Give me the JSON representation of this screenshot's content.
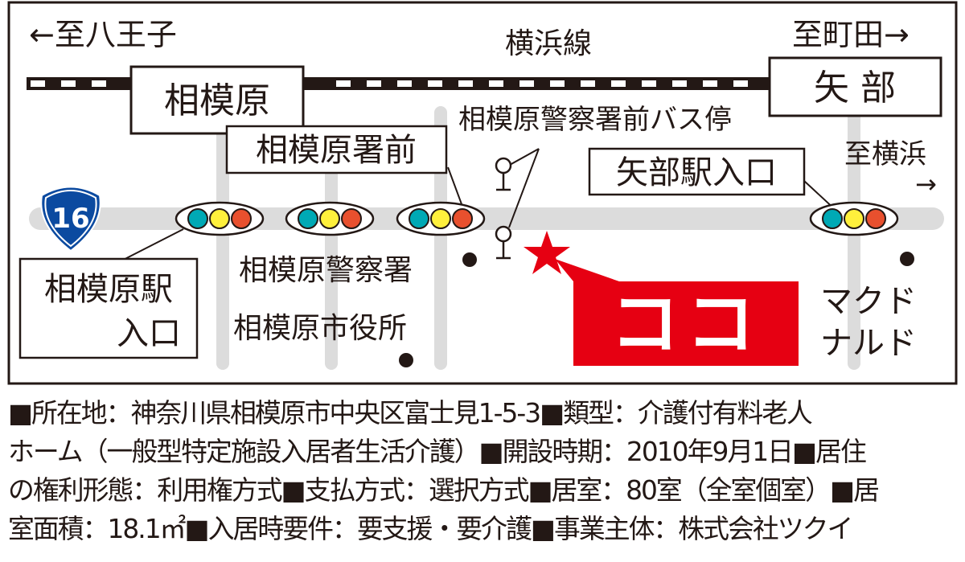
{
  "map": {
    "direction_hachioji": "←至八王子",
    "line_name": "横浜線",
    "direction_machida": "至町田→",
    "station_sagamihara": "相模原",
    "station_yabe": "矢 部",
    "intersection_police_front": "相模原署前",
    "bus_stop_label": "相模原警察署前バス停",
    "intersection_yabe_entrance": "矢部駅入口",
    "direction_yokohama": "至横浜",
    "direction_yokohama_arrow": "→",
    "route_number": "16",
    "intersection_sagamihara_entrance_line1": "相模原駅",
    "intersection_sagamihara_entrance_line2": "入口",
    "police_station": "相模原警察署",
    "city_hall": "相模原市役所",
    "mcdonalds_line1": "マクド",
    "mcdonalds_line2": "ナルド",
    "here_label": "ココ",
    "colors": {
      "signal_green": "#00a9b5",
      "signal_yellow": "#fff03c",
      "signal_red": "#e8502e",
      "highlight_red": "#e60012",
      "route_sign_blue": "#0b4aa0",
      "road_gray": "#dcdcdc"
    }
  },
  "info": {
    "lines": [
      "■所在地：神奈川県相模原市中央区富士見1-5-3■類型：介護付有料老人",
      "ホーム（一般型特定施設入居者生活介護）■開設時期：2010年9月1日■居住",
      "の権利形態：利用権方式■支払方式：選択方式■居室：80室（全室個室）■居",
      "室面積：18.1㎡■入居時要件：要支援・要介護■事業主体：株式会社ツクイ"
    ]
  }
}
